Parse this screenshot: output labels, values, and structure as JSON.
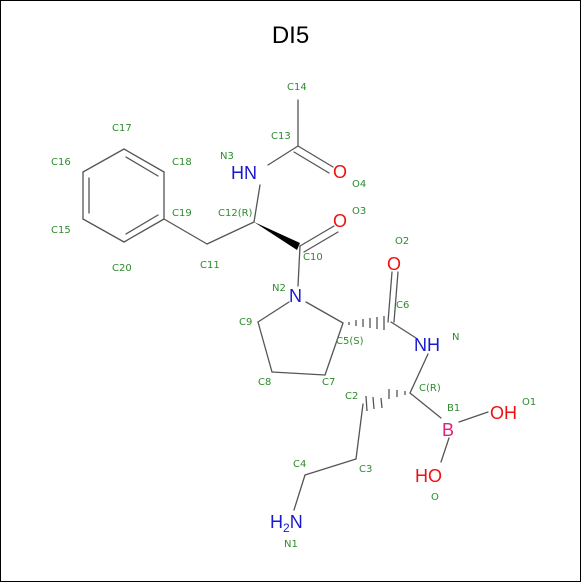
{
  "title": "DI5",
  "colors": {
    "bond": "#555555",
    "atom_label": "#2e8b2e",
    "nitrogen": "#1a1acc",
    "oxygen": "#ee1111",
    "boron": "#dd2277"
  },
  "atoms": {
    "hn_top": "HN",
    "o_c13": "O",
    "o_c10": "O",
    "o_c6": "O",
    "n2": "N",
    "nh": "NH",
    "b": "B",
    "oh_right": "OH",
    "ho_bottom": "HO",
    "h2n": "H",
    "h2n_sub": "2",
    "h2n_n": "N"
  },
  "labels": {
    "c14": "C14",
    "c13": "C13",
    "n3": "N3",
    "o4": "O4",
    "o3": "O3",
    "c17": "C17",
    "c16": "C16",
    "c18": "C18",
    "c19": "C19",
    "c15": "C15",
    "c20": "C20",
    "c12": "C12(R)",
    "c11": "C11",
    "c10": "C10",
    "o2": "O2",
    "n2": "N2",
    "c6": "C6",
    "c9": "C9",
    "c5": "C5(S)",
    "n": "N",
    "c8": "C8",
    "c7": "C7",
    "c2": "C2",
    "cr": "C(R)",
    "b1": "B1",
    "o1": "O1",
    "c4": "C4",
    "c3": "C3",
    "o": "O",
    "n1": "N1"
  }
}
